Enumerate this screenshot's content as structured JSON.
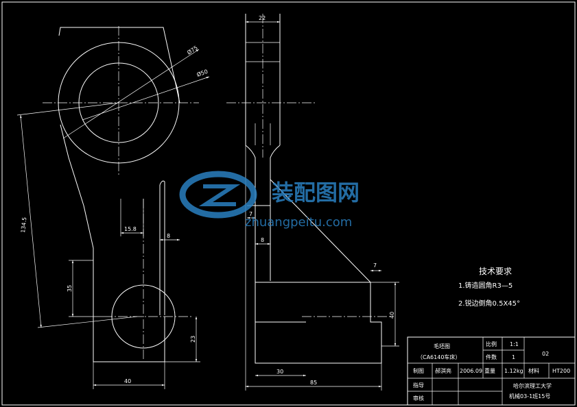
{
  "dimensions": {
    "d75": "Ø75",
    "d50": "Ø50",
    "len_134_5": "134.5",
    "w_15_8": "15.8",
    "w_8_left": "8",
    "h_35": "35",
    "h_23": "23",
    "w_40": "40",
    "w_22": "22",
    "w_7_top": "7",
    "w_8_side": "8",
    "w_7_right": "7",
    "h_40": "40",
    "w_30": "30",
    "w_85": "85"
  },
  "notes": {
    "title": "技术要求",
    "item1": "1.铸造圆角R3—5",
    "item2": "2.锐边倒角0.5X45°"
  },
  "title_block": {
    "name": "毛坯图",
    "name_sub": "（CA6140车床）",
    "scale_label": "比例",
    "scale_value": "1:1",
    "count_label": "件数",
    "count_value": "1",
    "drawing_no": "02",
    "drawn_label": "制图",
    "drawn_name": "郝淇亮",
    "drawn_date": "2006.09",
    "weight_label": "重量",
    "weight_value": "1.12kg",
    "material_label": "材料",
    "material_value": "HT200",
    "guide_label": "指导",
    "review_label": "审核",
    "school": "哈尔滨理工大学",
    "class": "机械03-1班15号"
  },
  "watermark": {
    "brand": "装配图网",
    "url": "zhuangpeitu.com"
  }
}
